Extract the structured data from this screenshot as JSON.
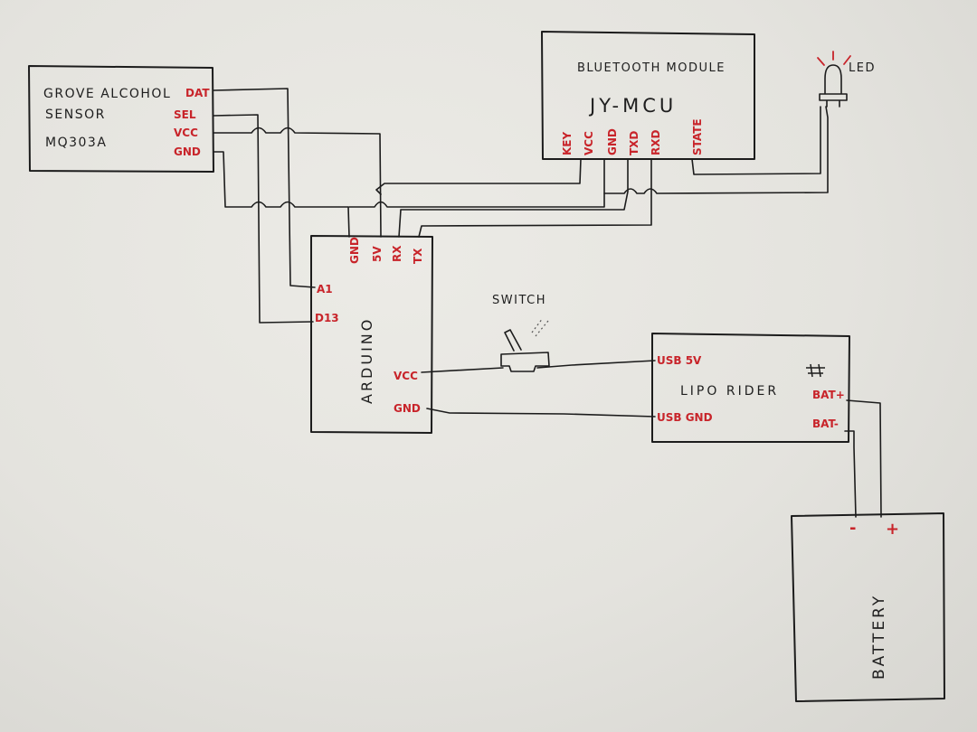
{
  "sensor": {
    "title_line1": "GROVE ALCOHOL",
    "title_line2": "SENSOR",
    "model": "MQ303A",
    "pins": {
      "dat": "DAT",
      "sel": "SEL",
      "vcc": "VCC",
      "gnd": "GND"
    }
  },
  "bluetooth": {
    "title": "BLUETOOTH MODULE",
    "model": "JY-MCU",
    "pins": {
      "key": "KEY",
      "vcc": "VCC",
      "gnd": "GND",
      "txd": "TXD",
      "rxd": "RXD",
      "state": "STATE"
    }
  },
  "led": {
    "label": "LED"
  },
  "arduino": {
    "label": "ARDUINO",
    "pins": {
      "gnd": "GND",
      "v5": "5V",
      "rx": "RX",
      "tx": "TX",
      "a1": "A1",
      "d13": "D13",
      "vcc": "VCC",
      "gnd_side": "GND"
    }
  },
  "switch": {
    "label": "SWITCH"
  },
  "lipo": {
    "label": "LIPO RIDER",
    "pins": {
      "usb5v": "USB 5V",
      "usbgnd": "USB GND",
      "batplus": "BAT+",
      "batminus": "BAT-"
    }
  },
  "battery": {
    "label": "BATTERY",
    "minus": "-",
    "plus": "+"
  },
  "colors": {
    "ink": "#1c1c1c",
    "pin_label": "#c8242a",
    "paper": "#e8e7e2"
  }
}
